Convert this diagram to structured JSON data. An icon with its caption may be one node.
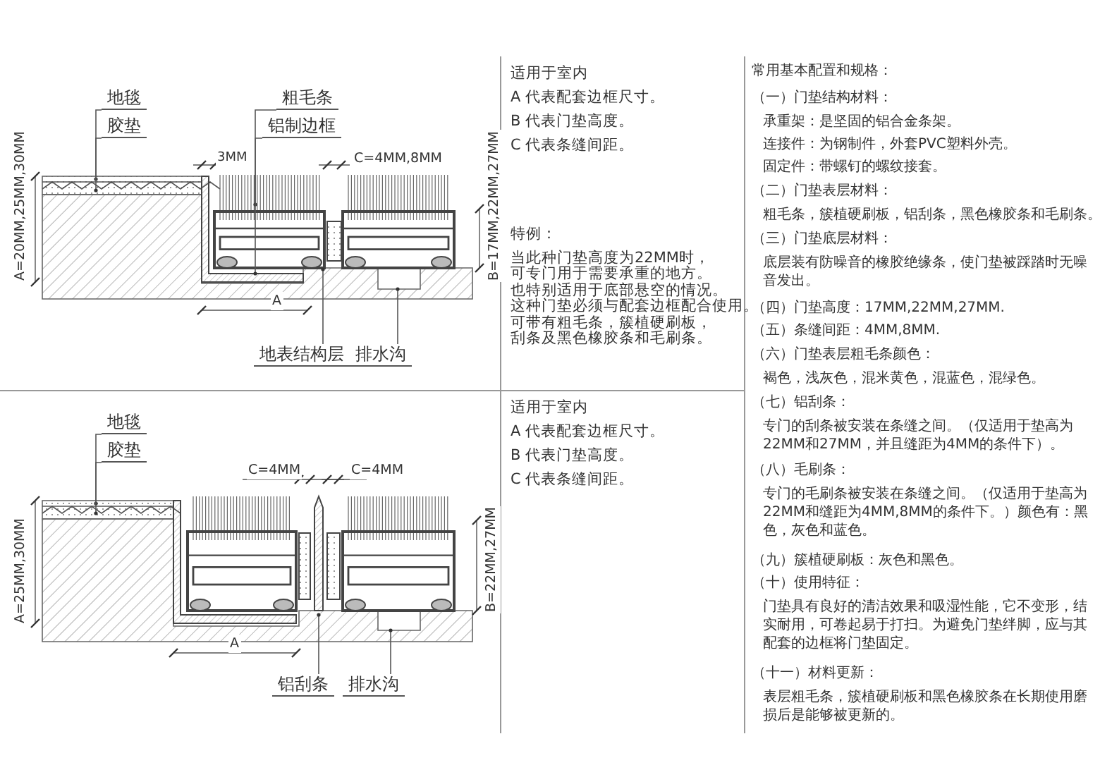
{
  "diagram": {
    "nodes": [
      {
        "text": [
          "地毯"
        ]
      },
      {
        "text": [
          "胶垫"
        ]
      },
      {
        "text": [
          "粗毛条"
        ]
      },
      {
        "text": [
          "铝制边框"
        ]
      },
      {
        "text": [
          "地表结构层"
        ]
      },
      {
        "text": [
          "排水沟"
        ]
      },
      {
        "text": [
          "地毯"
        ]
      },
      {
        "text": [
          "胶垫"
        ]
      },
      {
        "text": [
          "铝刮条"
        ]
      },
      {
        "text": [
          "排水沟"
        ]
      }
    ],
    "edges": [
      {
        "from": 0,
        "to": null,
        "arrow": "none"
      },
      {
        "from": 1,
        "to": null,
        "arrow": "none"
      },
      {
        "from": 2,
        "to": null,
        "arrow": "none"
      },
      {
        "from": 3,
        "to": null,
        "arrow": "none"
      },
      {
        "from": 4,
        "to": null,
        "arrow": "none"
      },
      {
        "from": 5,
        "to": null,
        "arrow": "none"
      },
      {
        "from": 6,
        "to": null,
        "arrow": "none"
      },
      {
        "from": 7,
        "to": null,
        "arrow": "none"
      },
      {
        "from": 8,
        "to": null,
        "arrow": "none"
      },
      {
        "from": 9,
        "to": null,
        "arrow": "none"
      }
    ],
    "labels": [
      "3MM",
      "C=4MM,8MM",
      "A=20MM,25MM,30MM",
      "B=17MM,22MM,27MM",
      "A",
      "适用于室内",
      "A 代表配套边框尺寸。",
      "B 代表门垫高度。",
      "C 代表条缝间距。",
      "特例：",
      "当此种门垫高度为22MM时，",
      "可专门用于需要承重的地方。",
      "也特别适用于底部悬空的情况。",
      "这种门垫必须与配套边框配合使用。",
      "可带有粗毛条，簇植硬刷板，",
      "刮条及黑色橡胶条和毛刷条。",
      "C=4MM",
      "C=4MM",
      "A=25MM,30MM",
      "B=22MM,27MM",
      "A",
      "适用于室内",
      "A 代表配套边框尺寸。",
      "B 代表门垫高度。",
      "C 代表条缝间距。",
      "常用基本配置和规格：",
      "（一）门垫结构材料：",
      "承重架：是坚固的铝合金条架。",
      "连接件：为钢制件，外套PVC塑料外壳。",
      "固定件：带螺钉的螺纹接套。",
      "（二）门垫表层材料：",
      "粗毛条，簇植硬刷板，铝刮条，黑色橡胶条和毛刷条。",
      "（三）门垫底层材料：",
      "底层装有防噪音的橡胶绝缘条，使门垫被踩踏时无噪音发出。",
      "（四）门垫高度：17MM,22MM,27MM.",
      "（五）条缝间距：4MM,8MM.",
      "（六）门垫表层粗毛条颜色：",
      "褐色，浅灰色，混米黄色，混蓝色，混绿色。",
      "（七）铝刮条：",
      "专门的刮条被安装在条缝之间。（仅适用于垫高为22MM和27MM，并且缝距为4MM的条件下）。",
      "（八）毛刷条：",
      "专门的毛刷条被安装在条缝之间。（仅适用于垫高为22MM和缝距为4MM,8MM的条件下。）颜色有：黑色，灰色和蓝色。",
      "（九）簇植硬刷板：灰色和黑色。",
      "（十）使用特征：",
      "门垫具有良好的清洁效果和吸湿性能，它不变形，结实耐用，可卷起易于打扫。为避免门垫绊脚，应与其配套的边框将门垫固定。",
      "（十一）材料更新：",
      "表层粗毛条，簇植硬刷板和黑色橡胶条在长期使用磨损后是能够被更新的。"
    ]
  }
}
